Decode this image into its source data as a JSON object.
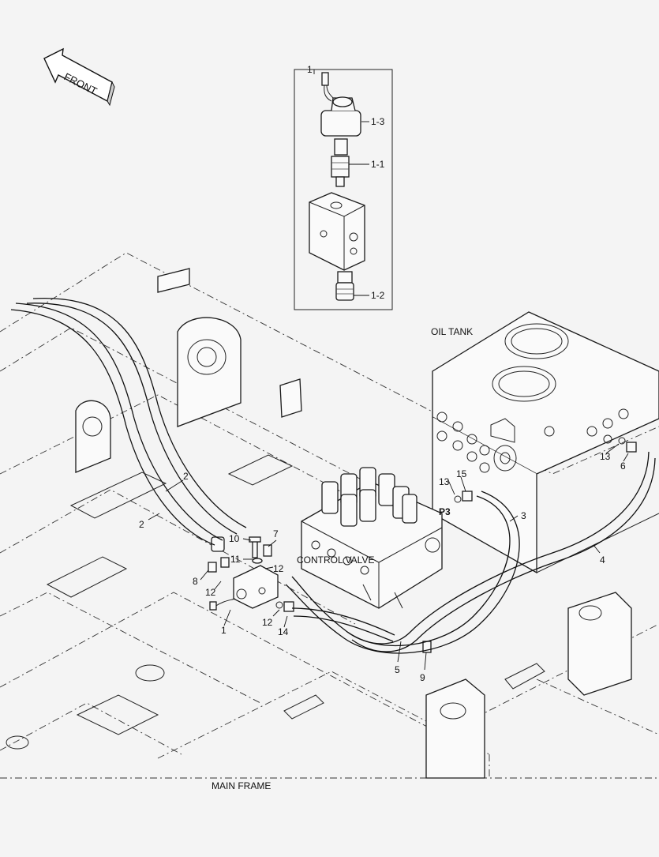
{
  "front_arrow": {
    "label": "FRONT"
  },
  "callouts": {
    "c1_top": "1",
    "c1_3": "1-3",
    "c1_1": "1-1",
    "c1_2": "1-2",
    "c2a": "2",
    "c2b": "2",
    "c3": "3",
    "c4": "4",
    "c5": "5",
    "c6": "6",
    "c7": "7",
    "c8": "8",
    "c9": "9",
    "c10": "10",
    "c11": "11",
    "c12a": "12",
    "c12b": "12",
    "c12c": "12",
    "c13a": "13",
    "c13b": "13",
    "c14": "14",
    "c15": "15",
    "c1_bottom": "1",
    "p3": "P3"
  },
  "labels": {
    "oil_tank": "OIL TANK",
    "control_valve": "CONTROL VALVE",
    "main_frame": "MAIN FRAME"
  }
}
